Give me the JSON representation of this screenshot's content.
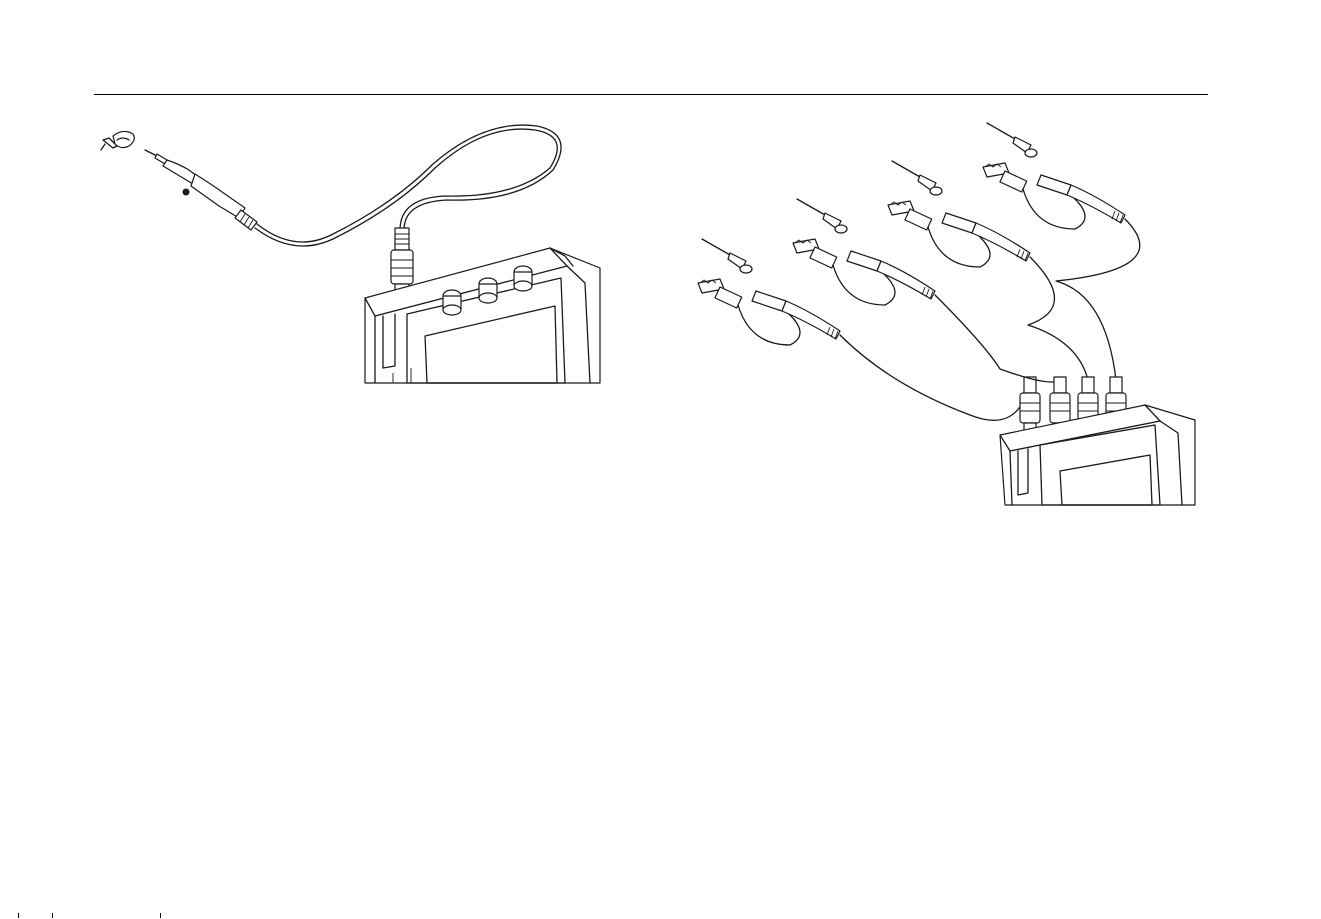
{
  "page": {
    "header_text": "",
    "background": "#ffffff",
    "line_color": "#000000"
  },
  "figures": [
    {
      "id": "single-probe-connection",
      "caption": "",
      "components": [
        "probe-hook-clip-icon",
        "probe-icon",
        "probe-cable-icon",
        "bnc-connector-icon",
        "test-tool-icon"
      ]
    },
    {
      "id": "four-probe-connection",
      "caption": "",
      "components": [
        "probe-icon",
        "alligator-clip-icon",
        "ground-lead-icon",
        "bnc-connector-icon",
        "test-tool-icon"
      ],
      "probe_count": 4
    }
  ]
}
